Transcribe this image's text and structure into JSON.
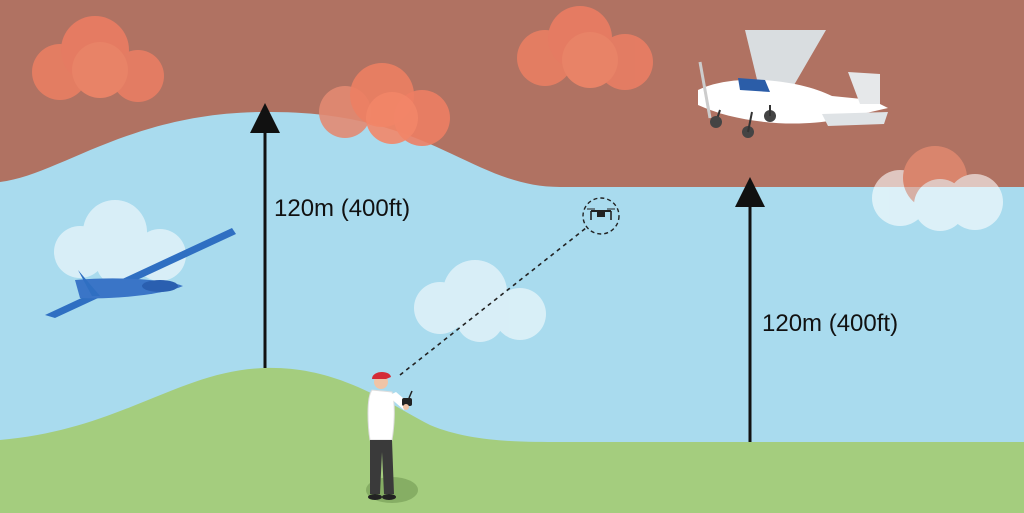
{
  "colors": {
    "sky": "#a9dbee",
    "restricted_airspace": "#b07262",
    "ground": "#a4cd7e",
    "arrow": "#111111"
  },
  "labels": {
    "height_left": "120m (400ft)",
    "height_right": "120m (400ft)"
  },
  "icons": [
    "cloud-icon",
    "glider-icon",
    "light-aircraft-icon",
    "drone-icon",
    "pilot-figure"
  ]
}
